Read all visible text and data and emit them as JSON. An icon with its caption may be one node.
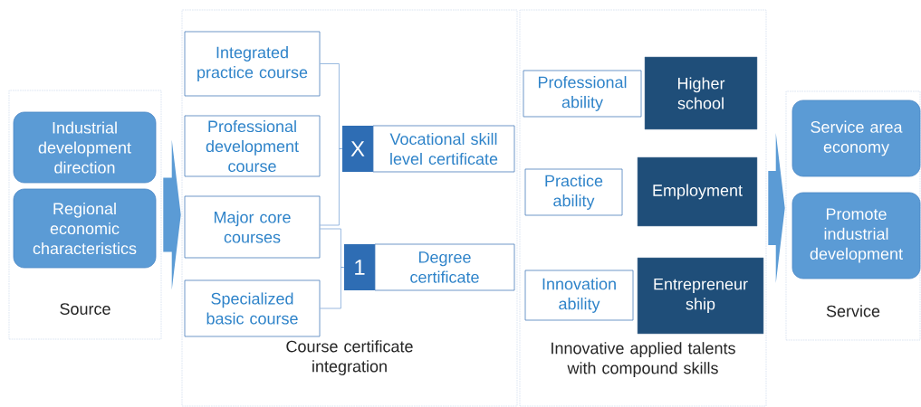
{
  "diagram": {
    "nodes": [
      {
        "text": [
          "Source"
        ]
      },
      {
        "text": [
          "Industrial development direction"
        ],
        "in": 0
      },
      {
        "text": [
          "Regional economic characteristics"
        ],
        "in": 0
      },
      {
        "text": [
          "Course certificate integration"
        ]
      },
      {
        "text": [
          "Integrated practice course"
        ],
        "in": 3
      },
      {
        "text": [
          "Professional development course"
        ],
        "in": 3
      },
      {
        "text": [
          "Major core courses"
        ],
        "in": 3
      },
      {
        "text": [
          "Specialized basic course"
        ],
        "in": 3
      },
      {
        "text": [
          "X"
        ],
        "in": 3
      },
      {
        "text": [
          "Vocational skill level certificate"
        ],
        "in": 3
      },
      {
        "text": [
          "1"
        ],
        "in": 3
      },
      {
        "text": [
          "Degree certificate"
        ],
        "in": 3
      },
      {
        "text": [
          "Innovative applied talents with compound skills"
        ]
      },
      {
        "text": [
          "Professional ability"
        ],
        "in": 12
      },
      {
        "text": [
          "Higher school"
        ],
        "in": 12
      },
      {
        "text": [
          "Practice ability"
        ],
        "in": 12
      },
      {
        "text": [
          "Employment"
        ],
        "in": 12
      },
      {
        "text": [
          "Innovation ability"
        ],
        "in": 12
      },
      {
        "text": [
          "Entrepreneur ship"
        ],
        "in": 12
      },
      {
        "text": [
          "Service"
        ]
      },
      {
        "text": [
          "Service area economy"
        ],
        "in": 19
      },
      {
        "text": [
          "Promote industrial development"
        ],
        "in": 19
      }
    ],
    "edges": [
      {
        "from": 0,
        "to": 3,
        "arrow": "to"
      },
      {
        "from": 4,
        "to": 8,
        "arrow": "none"
      },
      {
        "from": 6,
        "to": 8,
        "arrow": "none"
      },
      {
        "from": 6,
        "to": 10,
        "arrow": "none"
      },
      {
        "from": 7,
        "to": 10,
        "arrow": "none"
      },
      {
        "from": 12,
        "to": 19,
        "arrow": "to"
      }
    ]
  }
}
